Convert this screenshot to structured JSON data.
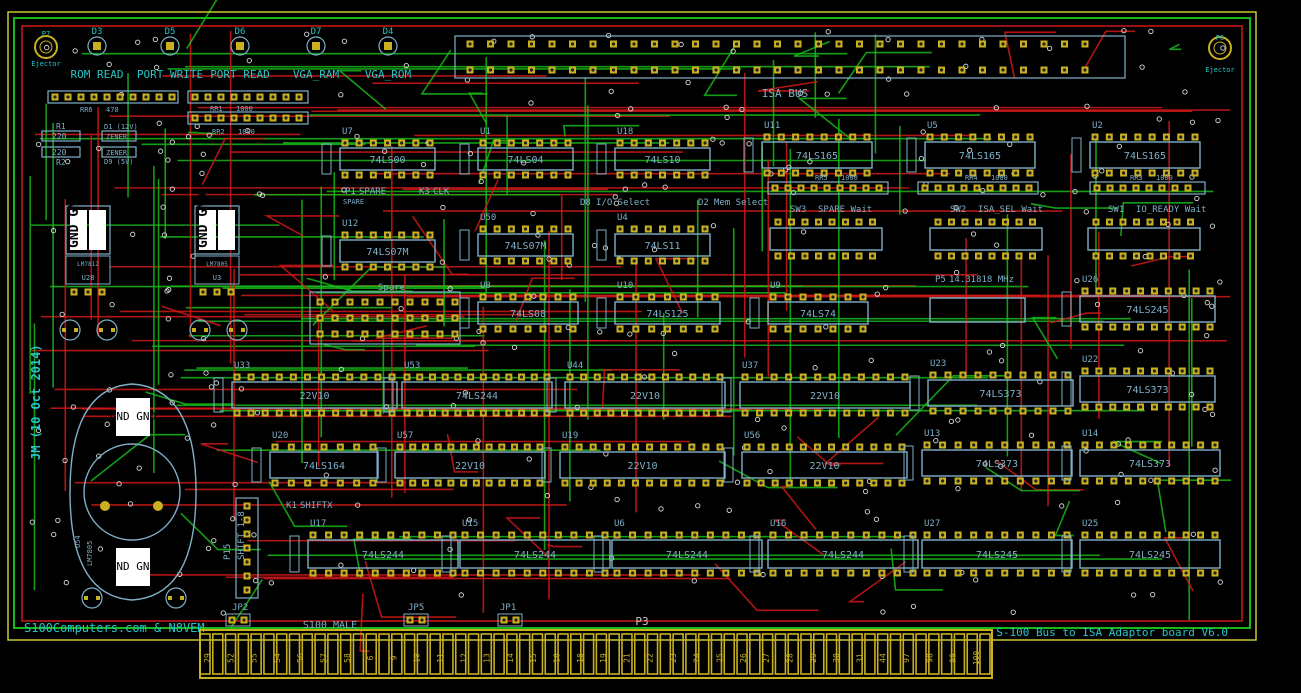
{
  "board": {
    "title": "S-100 Bus to ISA Adaptor board V6.0",
    "maker": "S100Computers.com & N8VEM",
    "author": "JM (10 Oct 2014)",
    "isa_bus": "ISA BUS",
    "s100_male": "S100_MALE",
    "edge_name": "P3",
    "colors": {
      "front": "#d01818",
      "back": "#18b818",
      "silk": "#7fb0c8",
      "pad": "#c8b020",
      "text": "#26c6c6",
      "outline": "#c8c830"
    }
  },
  "indicators": [
    {
      "ref": "D3",
      "label": "ROM READ"
    },
    {
      "ref": "D5",
      "label": "PORT WRITE"
    },
    {
      "ref": "D6",
      "label": "PORT READ"
    },
    {
      "ref": "D7",
      "label": "VGA_RAM"
    },
    {
      "ref": "D4",
      "label": "VGA_ROM"
    }
  ],
  "ejectors": [
    {
      "ref": "P7",
      "label": "Ejector"
    },
    {
      "ref": "P6",
      "label": "Ejector"
    }
  ],
  "resnets": [
    {
      "ref": "RR6",
      "value": "470"
    },
    {
      "ref": "RR1",
      "value": "1000"
    },
    {
      "ref": "RR2",
      "value": "1000"
    },
    {
      "ref": "RR5",
      "value": "1000"
    },
    {
      "ref": "RR4",
      "value": "1000"
    },
    {
      "ref": "RR3",
      "value": "1000"
    }
  ],
  "resistors": [
    {
      "ref": "R1",
      "value": "220"
    },
    {
      "ref": "R2",
      "value": "220"
    }
  ],
  "zeners": [
    {
      "ref": "D1 (12V)",
      "label": "ZENER"
    },
    {
      "ref": "D9 (5V)",
      "label": "ZENER"
    }
  ],
  "regulators": [
    {
      "ref": "U28",
      "part": "LM7812",
      "pins": "GND GND"
    },
    {
      "ref": "U3",
      "part": "LM7805",
      "pins": "GND GND"
    },
    {
      "ref": "U54",
      "part": "LM7805",
      "pins": "GND GND"
    }
  ],
  "misc": [
    {
      "ref": "P1",
      "label": "SPARE"
    },
    {
      "ref": "K3",
      "label": "CLK"
    },
    {
      "ref": "K1",
      "label": "SHIFTX"
    },
    {
      "ref": "P15",
      "label": "SHIFT 1-8"
    },
    {
      "ref": "D8",
      "label": "I/O Select"
    },
    {
      "ref": "D2",
      "label": "Mem Select"
    },
    {
      "ref": "P5",
      "label": "14.31818 MHz"
    },
    {
      "ref": "JP2",
      "label": ""
    },
    {
      "ref": "JP5",
      "label": ""
    },
    {
      "ref": "JP1",
      "label": ""
    },
    {
      "ref": "Spare",
      "label": ""
    }
  ],
  "switches": [
    {
      "ref": "SW3",
      "label": "SPARE Wait"
    },
    {
      "ref": "SW2",
      "label": "ISA_SEL Wait"
    },
    {
      "ref": "SW1",
      "label": "IO_READY Wait"
    }
  ],
  "chips": [
    {
      "ref": "U7",
      "part": "74LS00"
    },
    {
      "ref": "U1",
      "part": "74LS04"
    },
    {
      "ref": "U18",
      "part": "74LS10"
    },
    {
      "ref": "U11",
      "part": "74LS165"
    },
    {
      "ref": "U5",
      "part": "74LS165"
    },
    {
      "ref": "U2",
      "part": "74LS165"
    },
    {
      "ref": "U12",
      "part": "74LS07M"
    },
    {
      "ref": "U50",
      "part": "74LS07M"
    },
    {
      "ref": "U4",
      "part": "74LS11"
    },
    {
      "ref": "U8",
      "part": "74LS08"
    },
    {
      "ref": "U10",
      "part": "74LS125"
    },
    {
      "ref": "U9",
      "part": "74LS74"
    },
    {
      "ref": "U26",
      "part": "74LS245"
    },
    {
      "ref": "U33",
      "part": "22V10"
    },
    {
      "ref": "U53",
      "part": "74LS244"
    },
    {
      "ref": "U44",
      "part": "22V10"
    },
    {
      "ref": "U37",
      "part": "22V10"
    },
    {
      "ref": "U23",
      "part": "74LS373"
    },
    {
      "ref": "U22",
      "part": "74LS373"
    },
    {
      "ref": "U20",
      "part": "74LS164"
    },
    {
      "ref": "U57",
      "part": "22V10"
    },
    {
      "ref": "U19",
      "part": "22V10"
    },
    {
      "ref": "U56",
      "part": "22V10"
    },
    {
      "ref": "U13",
      "part": "74LS373"
    },
    {
      "ref": "U14",
      "part": "74LS373"
    },
    {
      "ref": "U17",
      "part": "74LS244"
    },
    {
      "ref": "U15",
      "part": "74LS244"
    },
    {
      "ref": "U6",
      "part": "74LS244"
    },
    {
      "ref": "U16",
      "part": "74LS244"
    },
    {
      "ref": "U27",
      "part": "74LS245"
    },
    {
      "ref": "U25",
      "part": "74LS245"
    }
  ],
  "edge_pins": [
    "29",
    "52",
    "55",
    "54",
    "56",
    "57",
    "58",
    "6",
    "9",
    "10",
    "11",
    "12",
    "13",
    "14",
    "15",
    "16",
    "18",
    "19",
    "21",
    "22",
    "23",
    "24",
    "25",
    "26",
    "27",
    "28",
    "29",
    "30",
    "31",
    "44",
    "97",
    "98",
    "99",
    "100"
  ]
}
